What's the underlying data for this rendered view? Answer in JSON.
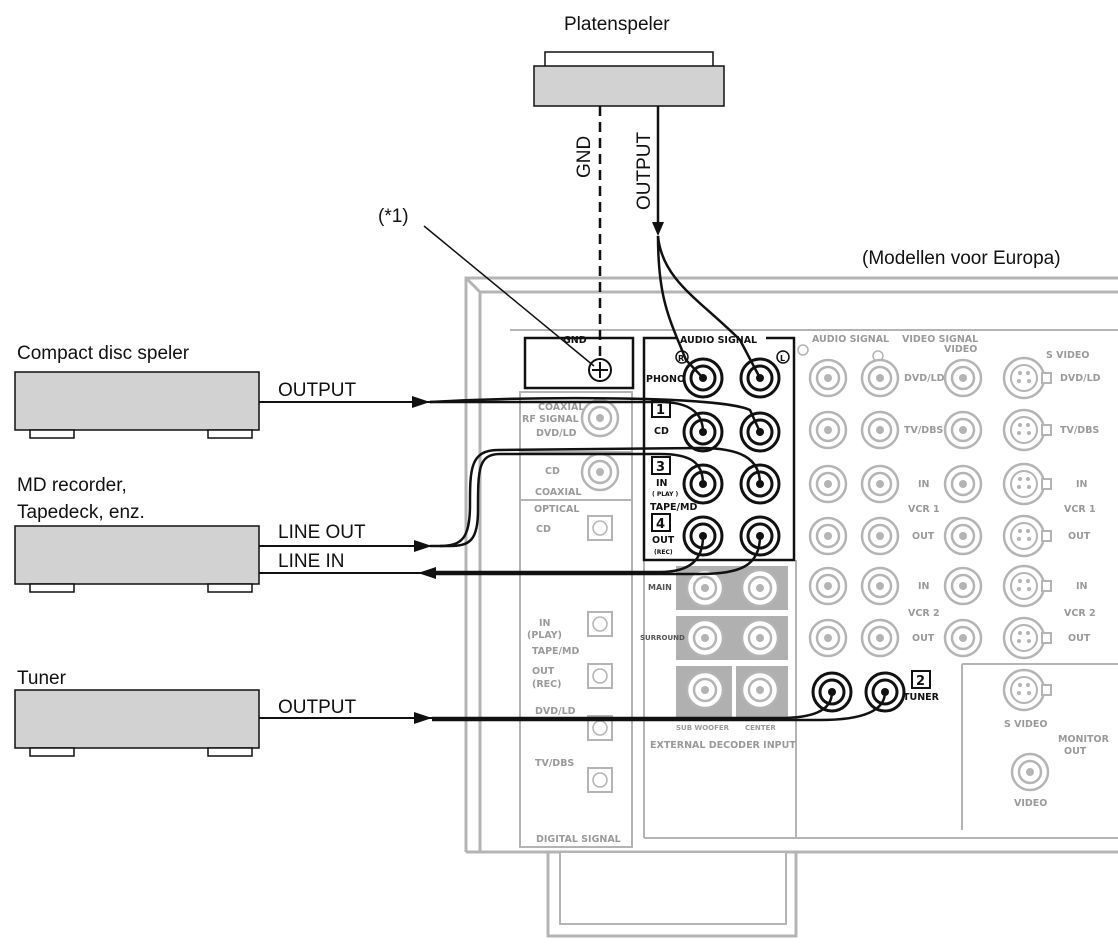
{
  "labels": {
    "turntable": "Platenspeler",
    "gnd_wire": "GND",
    "output_wire": "OUTPUT",
    "note": "(*1)",
    "region": "(Modellen voor Europa)",
    "cd_player": "Compact disc speler",
    "cd_output": "OUTPUT",
    "md_line1": "MD recorder,",
    "md_line2": "Tapedeck, enz.",
    "md_line_out": "LINE OUT",
    "md_line_in": "LINE IN",
    "tuner": "Tuner",
    "tuner_output": "OUTPUT"
  },
  "panel": {
    "gnd": "GND",
    "audio_signal": "AUDIO SIGNAL",
    "audio_signal_2": "AUDIO SIGNAL",
    "video_signal": "VIDEO SIGNAL",
    "r": "R",
    "l": "L",
    "phono": "PHONO",
    "cd_num": "1",
    "cd": "CD",
    "tape_in_num": "3",
    "tape_in": "IN",
    "tape_play": "( PLAY )",
    "tape_md": "TAPE/MD",
    "tape_out_num": "4",
    "tape_out": "OUT",
    "tape_rec": "(REC)",
    "tuner_num": "2",
    "tuner": "TUNER",
    "coaxial_rf": "COAXIAL",
    "rf_signal": "RF SIGNAL",
    "dvd_ld_rf": "DVD/LD",
    "cd_coax": "CD",
    "coaxial": "COAXIAL",
    "optical": "OPTICAL",
    "cd_opt": "CD",
    "in_play_in": "IN",
    "in_play_play": "(PLAY)",
    "tape_md_opt": "TAPE/MD",
    "out_rec_out": "OUT",
    "out_rec_rec": "(REC)",
    "dvd_ld_opt": "DVD/LD",
    "tv_dbs_opt": "TV/DBS",
    "digital_signal": "DIGITAL SIGNAL",
    "main": "MAIN",
    "surround": "SURROUND",
    "subwoofer": "SUB WOOFER",
    "center": "CENTER",
    "ext_decoder": "EXTERNAL DECODER INPUT",
    "video": "VIDEO",
    "s_video": "S VIDEO",
    "dvd_ld_v": "DVD/LD",
    "dvd_ld_s": "DVD/LD",
    "tv_dbs_v": "TV/DBS",
    "tv_dbs_s": "TV/DBS",
    "vcr1_in": "IN",
    "vcr1": "VCR 1",
    "vcr1_out": "OUT",
    "vcr1_in_s": "IN",
    "vcr1_s": "VCR 1",
    "vcr1_out_s": "OUT",
    "vcr2_in": "IN",
    "vcr2": "VCR 2",
    "vcr2_out": "OUT",
    "vcr2_in_s": "IN",
    "vcr2_s": "VCR 2",
    "vcr2_out_s": "OUT",
    "mon_s_video": "S VIDEO",
    "monitor": "MONITOR",
    "monitor_out": "OUT",
    "mon_video": "VIDEO"
  }
}
